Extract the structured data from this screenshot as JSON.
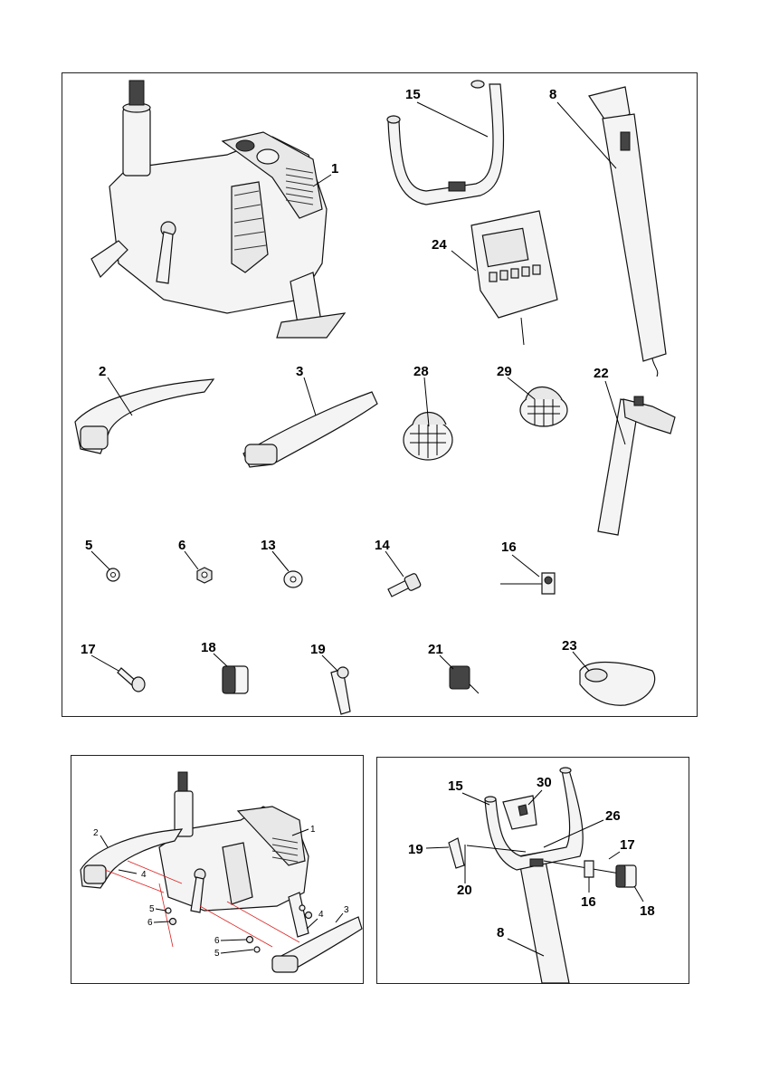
{
  "parts_panel": {
    "labels": [
      "1",
      "15",
      "8",
      "24",
      "2",
      "3",
      "28",
      "29",
      "22",
      "5",
      "6",
      "13",
      "14",
      "16",
      "17",
      "18",
      "19",
      "21",
      "23"
    ]
  },
  "assembly_left": {
    "labels": [
      "1",
      "2",
      "3",
      "4",
      "4",
      "5",
      "6",
      "6",
      "5"
    ]
  },
  "assembly_right": {
    "labels": [
      "15",
      "30",
      "26",
      "19",
      "20",
      "17",
      "16",
      "18",
      "8"
    ]
  },
  "colors": {
    "line": "#111111",
    "guide": "#dd2222",
    "background": "#ffffff"
  }
}
